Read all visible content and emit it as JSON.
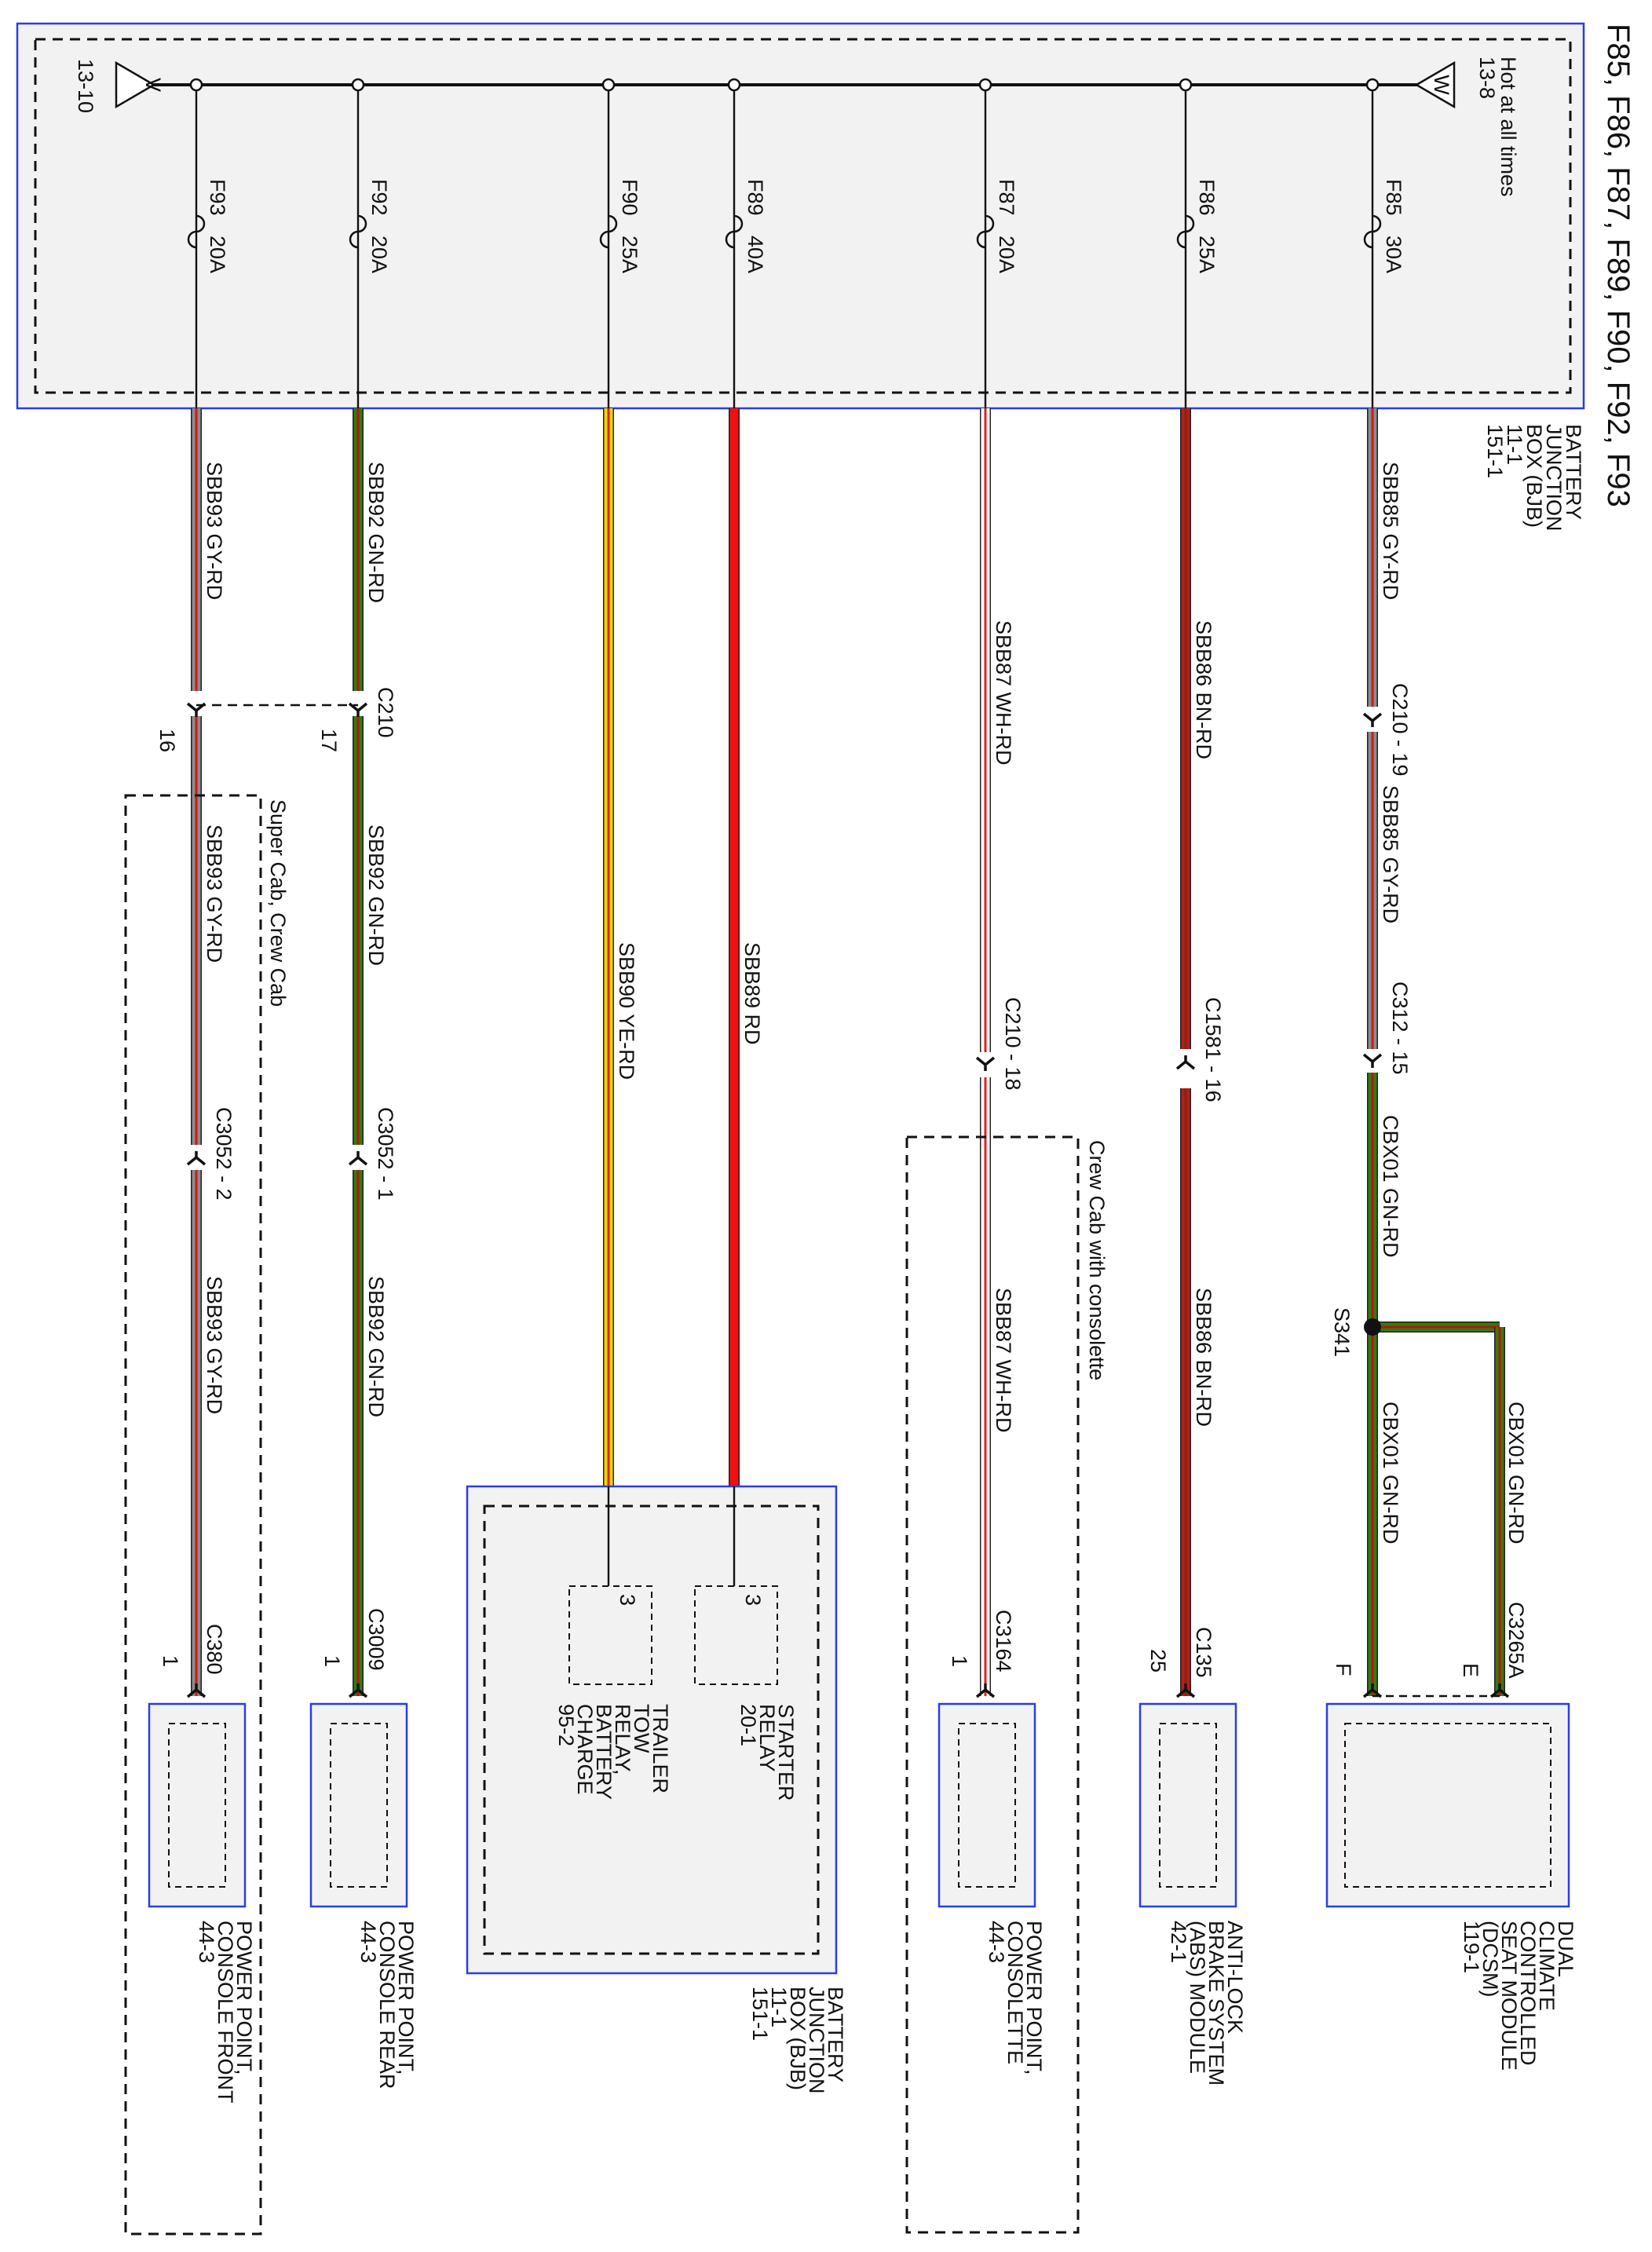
{
  "title": "F85, F86, F87, F89, F90, F92, F93",
  "bus": {
    "left_arrow_letter": "V",
    "left_ref": "13-10",
    "right_arrow_letter": "W",
    "right_note": "Hot at all times",
    "right_ref": "13-8"
  },
  "bjb_top": {
    "name": [
      "BATTERY",
      "JUNCTION",
      "BOX (BJB)"
    ],
    "refs": [
      "11-1",
      "151-1"
    ]
  },
  "fuses": [
    {
      "id": "F93",
      "amps": "20A"
    },
    {
      "id": "F92",
      "amps": "20A"
    },
    {
      "id": "F90",
      "amps": "25A"
    },
    {
      "id": "F89",
      "amps": "40A"
    },
    {
      "id": "F87",
      "amps": "20A"
    },
    {
      "id": "F86",
      "amps": "25A"
    },
    {
      "id": "F85",
      "amps": "30A"
    }
  ],
  "wires": {
    "w93_1": "SBB93   GY-RD",
    "w93_2": "SBB93   GY-RD",
    "w93_3": "SBB93   GY-RD",
    "w92_1": "SBB92   GN-RD",
    "w92_2": "SBB92   GN-RD",
    "w92_3": "SBB92   GN-RD",
    "w90": "SBB90   YE-RD",
    "w89": "SBB89   RD",
    "w87_1": "SBB87   WH-RD",
    "w87_2": "SBB87   WH-RD",
    "w86_1": "SBB86   BN-RD",
    "w86_2": "SBB86   BN-RD",
    "w85_1": "SBB85   GY-RD",
    "w85_2": "SBB85   GY-RD",
    "cbx_1": "CBX01   GN-RD",
    "cbx_2": "CBX01   GN-RD",
    "cbx_3": "CBX01   GN-RD"
  },
  "connectors": {
    "c210": "C210",
    "c210_pin16": "16",
    "c210_pin17": "17",
    "c210_19": "C210 - 19",
    "c210_18": "C210 - 18",
    "c312_15": "C312 - 15",
    "c1581_16": "C1581 - 16",
    "c3052_2": "C3052 - 2",
    "c3052_1": "C3052 - 1",
    "s341": "S341",
    "c380": "C380",
    "c380_pin": "1",
    "c3009": "C3009",
    "c3009_pin": "1",
    "c3164": "C3164",
    "c3164_pin": "1",
    "c135": "C135",
    "c135_pin": "25",
    "c3265a": "C3265A",
    "pin_e": "E",
    "pin_f": "F",
    "relay_pin_a": "3",
    "relay_pin_b": "3"
  },
  "notes": {
    "super_crew": "Super Cab, Crew Cab",
    "crew_consolette": "Crew Cab with consolette"
  },
  "components": {
    "pp_front": {
      "name": [
        "POWER POINT,",
        "CONSOLE FRONT"
      ],
      "ref": "44-3"
    },
    "pp_rear": {
      "name": [
        "POWER POINT,",
        "CONSOLE REAR"
      ],
      "ref": "44-3"
    },
    "bjb_bottom": {
      "name": [
        "BATTERY",
        "JUNCTION",
        "BOX (BJB)"
      ],
      "refs": [
        "11-1",
        "151-1"
      ]
    },
    "trailer_relay": {
      "name": [
        "TRAILER",
        "TOW",
        "RELAY,",
        "BATTERY",
        "CHARGE"
      ],
      "ref": "95-2"
    },
    "starter_relay": {
      "name": [
        "STARTER",
        "RELAY"
      ],
      "ref": "20-1"
    },
    "pp_consolette": {
      "name": [
        "POWER POINT,",
        "CONSOLETTE"
      ],
      "ref": "44-3"
    },
    "abs": {
      "name": [
        "ANTI-LOCK",
        "BRAKE SYSTEM",
        "(ABS) MODULE"
      ],
      "ref": "42-1"
    },
    "dcsm": {
      "name": [
        "DUAL",
        "CLIMATE",
        "CONTROLLED",
        "SEAT MODULE",
        "(DCSM)"
      ],
      "ref": "119-1"
    }
  },
  "wire_colors": {
    "gy_rd": [
      "#8c8c8c",
      "#d01818"
    ],
    "gn_rd": [
      "#2e7d12",
      "#c01010"
    ],
    "ye_rd": [
      "#f2d800",
      "#e02020"
    ],
    "rd": [
      "#ee1111",
      "#ee1111"
    ],
    "wh_rd": [
      "#ffffff",
      "#e02020"
    ],
    "bn_rd": [
      "#b81c1c",
      "#7a2a10"
    ]
  }
}
